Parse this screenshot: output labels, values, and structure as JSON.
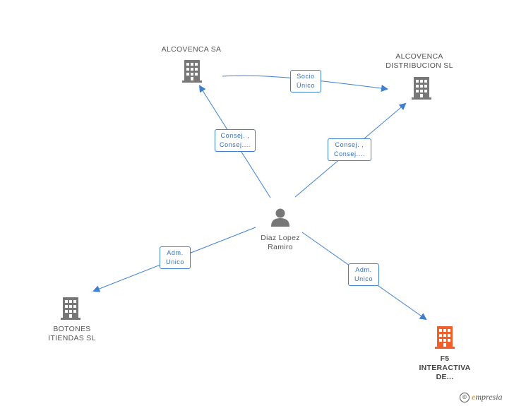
{
  "nodes": {
    "alcovenca_sa": {
      "label": "ALCOVENCA SA",
      "type": "company",
      "color": "#777777"
    },
    "alcovenca_distribucion": {
      "label_lines": [
        "ALCOVENCA",
        "DISTRIBUCION SL"
      ],
      "type": "company",
      "color": "#777777"
    },
    "diaz_lopez": {
      "label_lines": [
        "Diaz Lopez",
        "Ramiro"
      ],
      "type": "person",
      "color": "#777777"
    },
    "botones_itiendas": {
      "label_lines": [
        "BOTONES",
        "ITIENDAS  SL"
      ],
      "type": "company",
      "color": "#777777"
    },
    "f5_interactiva": {
      "label_lines": [
        "F5",
        "INTERACTIVA",
        "DE..."
      ],
      "type": "company",
      "color": "#f0602a",
      "highlighted": true
    }
  },
  "edges": {
    "socio": {
      "lines": [
        "Socio",
        "Único"
      ]
    },
    "consej_left": {
      "lines": [
        "Consej. ,",
        "Consej...."
      ]
    },
    "consej_right": {
      "lines": [
        "Consej. ,",
        "Consej...."
      ]
    },
    "adm_left": {
      "lines": [
        "Adm.",
        "Unico"
      ]
    },
    "adm_right": {
      "lines": [
        "Adm.",
        "Unico"
      ]
    }
  },
  "colors": {
    "edge": "#3f7fd0",
    "edge_label_text": "#2f6db8",
    "node_text": "#555555",
    "brand_accent": "#f0a020"
  },
  "watermark": {
    "copyright": "©",
    "brand_initial": "e",
    "brand_rest": "mpresia"
  }
}
